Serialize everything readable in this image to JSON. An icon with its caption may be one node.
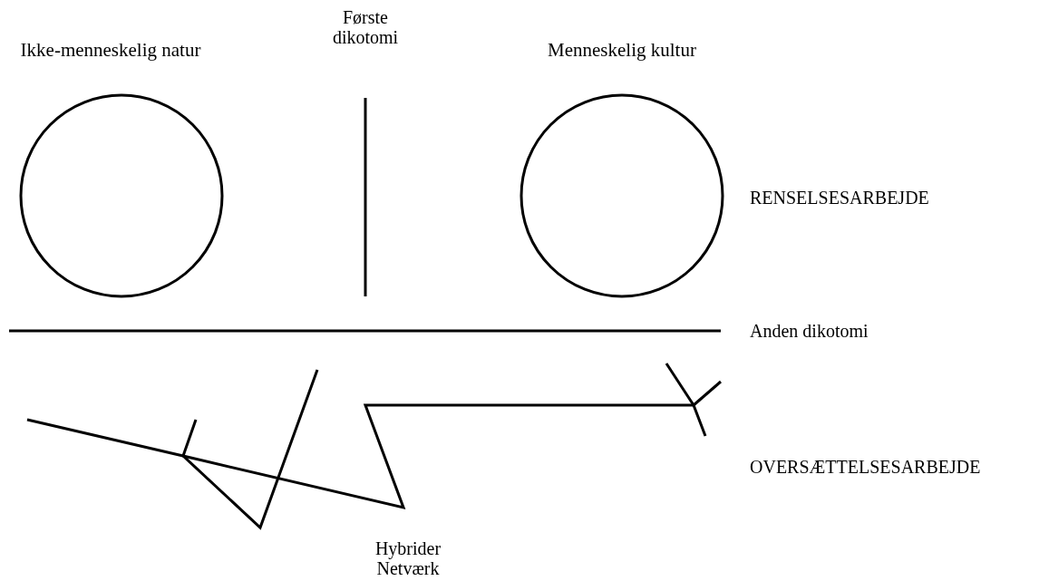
{
  "diagram": {
    "nodes": [
      {
        "text": [
          "Ikke-menneskelig natur"
        ]
      },
      {
        "text": [
          "Menneskelig kultur"
        ]
      }
    ],
    "labels": [
      "Første dikotomi",
      "RENSELSESARBEJDE",
      "Anden dikotomi",
      "OVERSÆTTELSESARBEJDE",
      "Hybrider Netværk"
    ]
  }
}
